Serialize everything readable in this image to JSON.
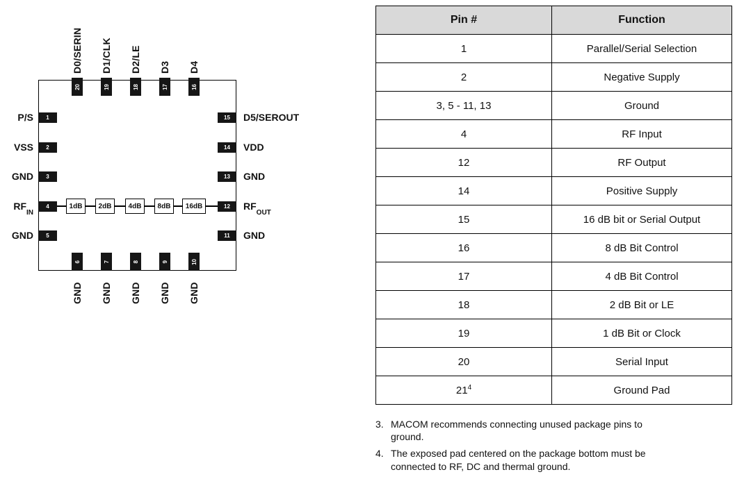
{
  "diagram": {
    "top_pins": [
      {
        "num": "20",
        "label": "D0/SERIN"
      },
      {
        "num": "19",
        "label": "D1/CLK"
      },
      {
        "num": "18",
        "label": "D2/LE"
      },
      {
        "num": "17",
        "label": "D3"
      },
      {
        "num": "16",
        "label": "D4"
      }
    ],
    "left_pins": [
      {
        "num": "1",
        "label": "P/S",
        "sub": ""
      },
      {
        "num": "2",
        "label": "VSS",
        "sub": ""
      },
      {
        "num": "3",
        "label": "GND",
        "sub": ""
      },
      {
        "num": "4",
        "label": "RF",
        "sub": "IN"
      },
      {
        "num": "5",
        "label": "GND",
        "sub": ""
      }
    ],
    "right_pins": [
      {
        "num": "15",
        "label": "D5/SEROUT",
        "sub": ""
      },
      {
        "num": "14",
        "label": "VDD",
        "sub": ""
      },
      {
        "num": "13",
        "label": "GND",
        "sub": ""
      },
      {
        "num": "12",
        "label": "RF",
        "sub": "OUT"
      },
      {
        "num": "11",
        "label": "GND",
        "sub": ""
      }
    ],
    "bottom_pins": [
      {
        "num": "6",
        "label": "GND"
      },
      {
        "num": "7",
        "label": "GND"
      },
      {
        "num": "8",
        "label": "GND"
      },
      {
        "num": "9",
        "label": "GND"
      },
      {
        "num": "10",
        "label": "GND"
      }
    ],
    "attenuator_blocks": [
      "1dB",
      "2dB",
      "4dB",
      "8dB",
      "16dB"
    ]
  },
  "table": {
    "headers": [
      "Pin #",
      "Function"
    ],
    "rows": [
      {
        "pin": "1",
        "function": "Parallel/Serial Selection"
      },
      {
        "pin": "2",
        "function": "Negative Supply"
      },
      {
        "pin": "3, 5 - 11, 13",
        "function": "Ground"
      },
      {
        "pin": "4",
        "function": "RF Input"
      },
      {
        "pin": "12",
        "function": "RF Output"
      },
      {
        "pin": "14",
        "function": "Positive Supply"
      },
      {
        "pin": "15",
        "function": "16 dB bit or Serial Output"
      },
      {
        "pin": "16",
        "function": "8 dB Bit Control"
      },
      {
        "pin": "17",
        "function": "4 dB Bit Control"
      },
      {
        "pin": "18",
        "function": "2 dB Bit or LE"
      },
      {
        "pin": "19",
        "function": "1 dB Bit or Clock"
      },
      {
        "pin": "20",
        "function": "Serial Input"
      },
      {
        "pin": "21",
        "pin_sup": "4",
        "function": "Ground Pad"
      }
    ]
  },
  "footnotes": [
    {
      "num": "3.",
      "text": "MACOM recommends connecting unused package pins to\nground."
    },
    {
      "num": "4.",
      "text": "The exposed pad centered on the package bottom must be\nconnected to RF, DC and thermal ground."
    }
  ],
  "colors": {
    "table_header_bg": "#d9d9d9",
    "pin_fill": "#161616",
    "border": "#000000"
  }
}
